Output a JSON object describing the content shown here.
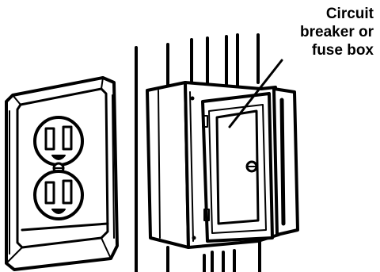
{
  "label": {
    "lines": [
      "Circuit",
      "breaker or",
      "fuse box"
    ]
  },
  "colors": {
    "ink": "#000000",
    "paper": "#ffffff"
  }
}
